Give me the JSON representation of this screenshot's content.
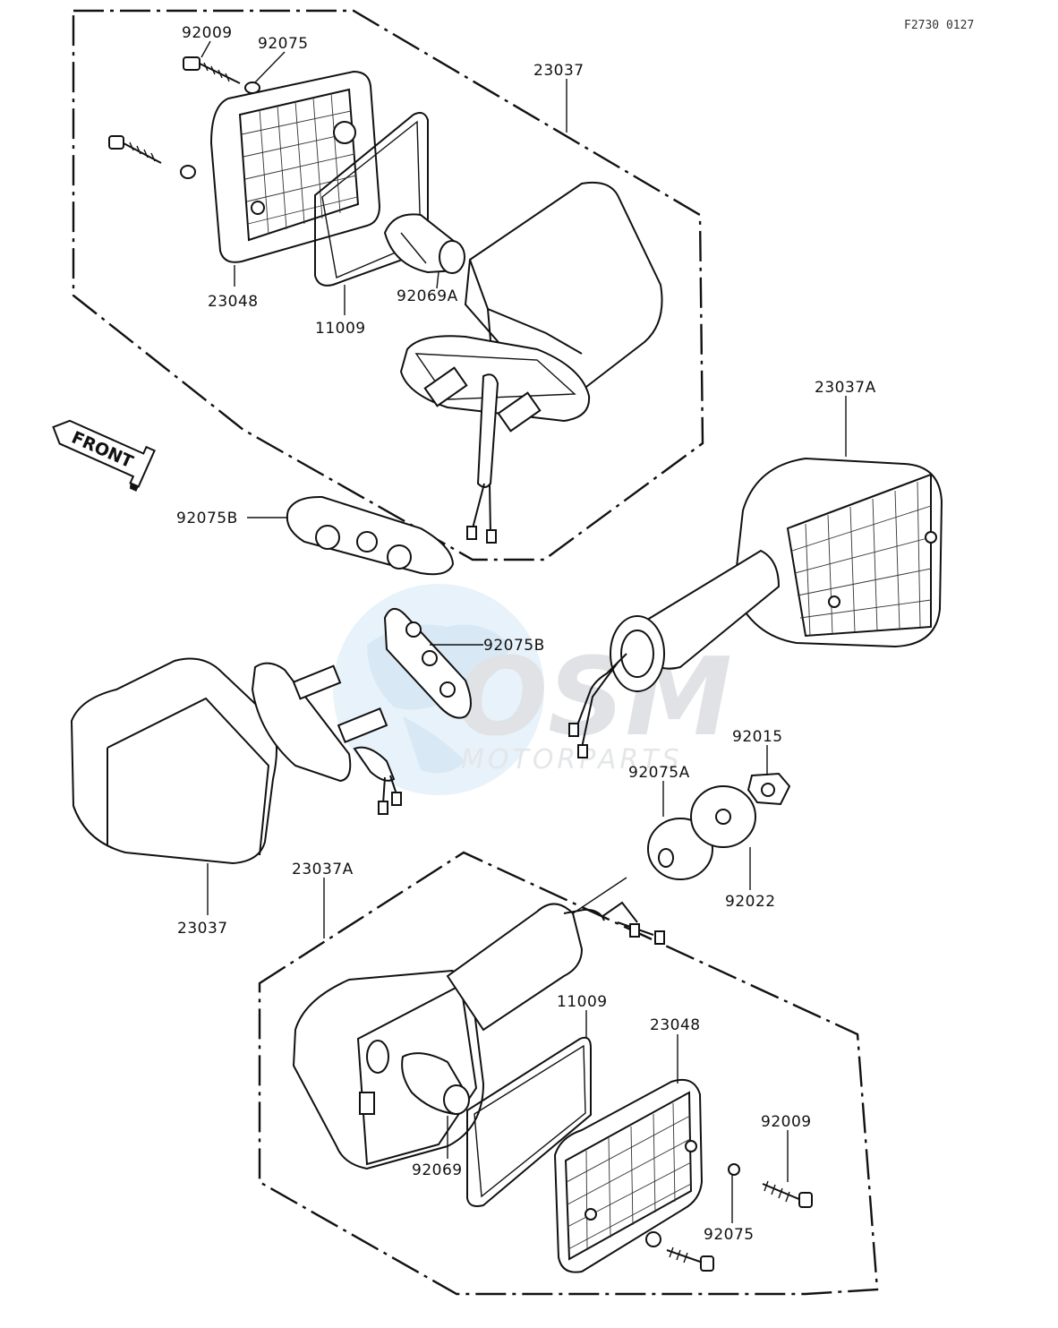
{
  "ref_code": "F2730 0127",
  "front_arrow_text": "FRONT",
  "watermark": {
    "logo_text": "OSM",
    "sub_text": "MOTORPARTS"
  },
  "labels": {
    "top_92009": "92009",
    "top_92075": "92075",
    "top_23037": "23037",
    "top_23048": "23048",
    "top_11009": "11009",
    "top_92069A": "92069A",
    "mid_23037A": "23037A",
    "mid_92075B_a": "92075B",
    "mid_92075B_b": "92075B",
    "mid_92015": "92015",
    "mid_92075A": "92075A",
    "mid_92022": "92022",
    "left_23037": "23037",
    "bot_23037A": "23037A",
    "bot_11009": "11009",
    "bot_23048": "23048",
    "bot_92009": "92009",
    "bot_92069": "92069",
    "bot_92075": "92075"
  }
}
